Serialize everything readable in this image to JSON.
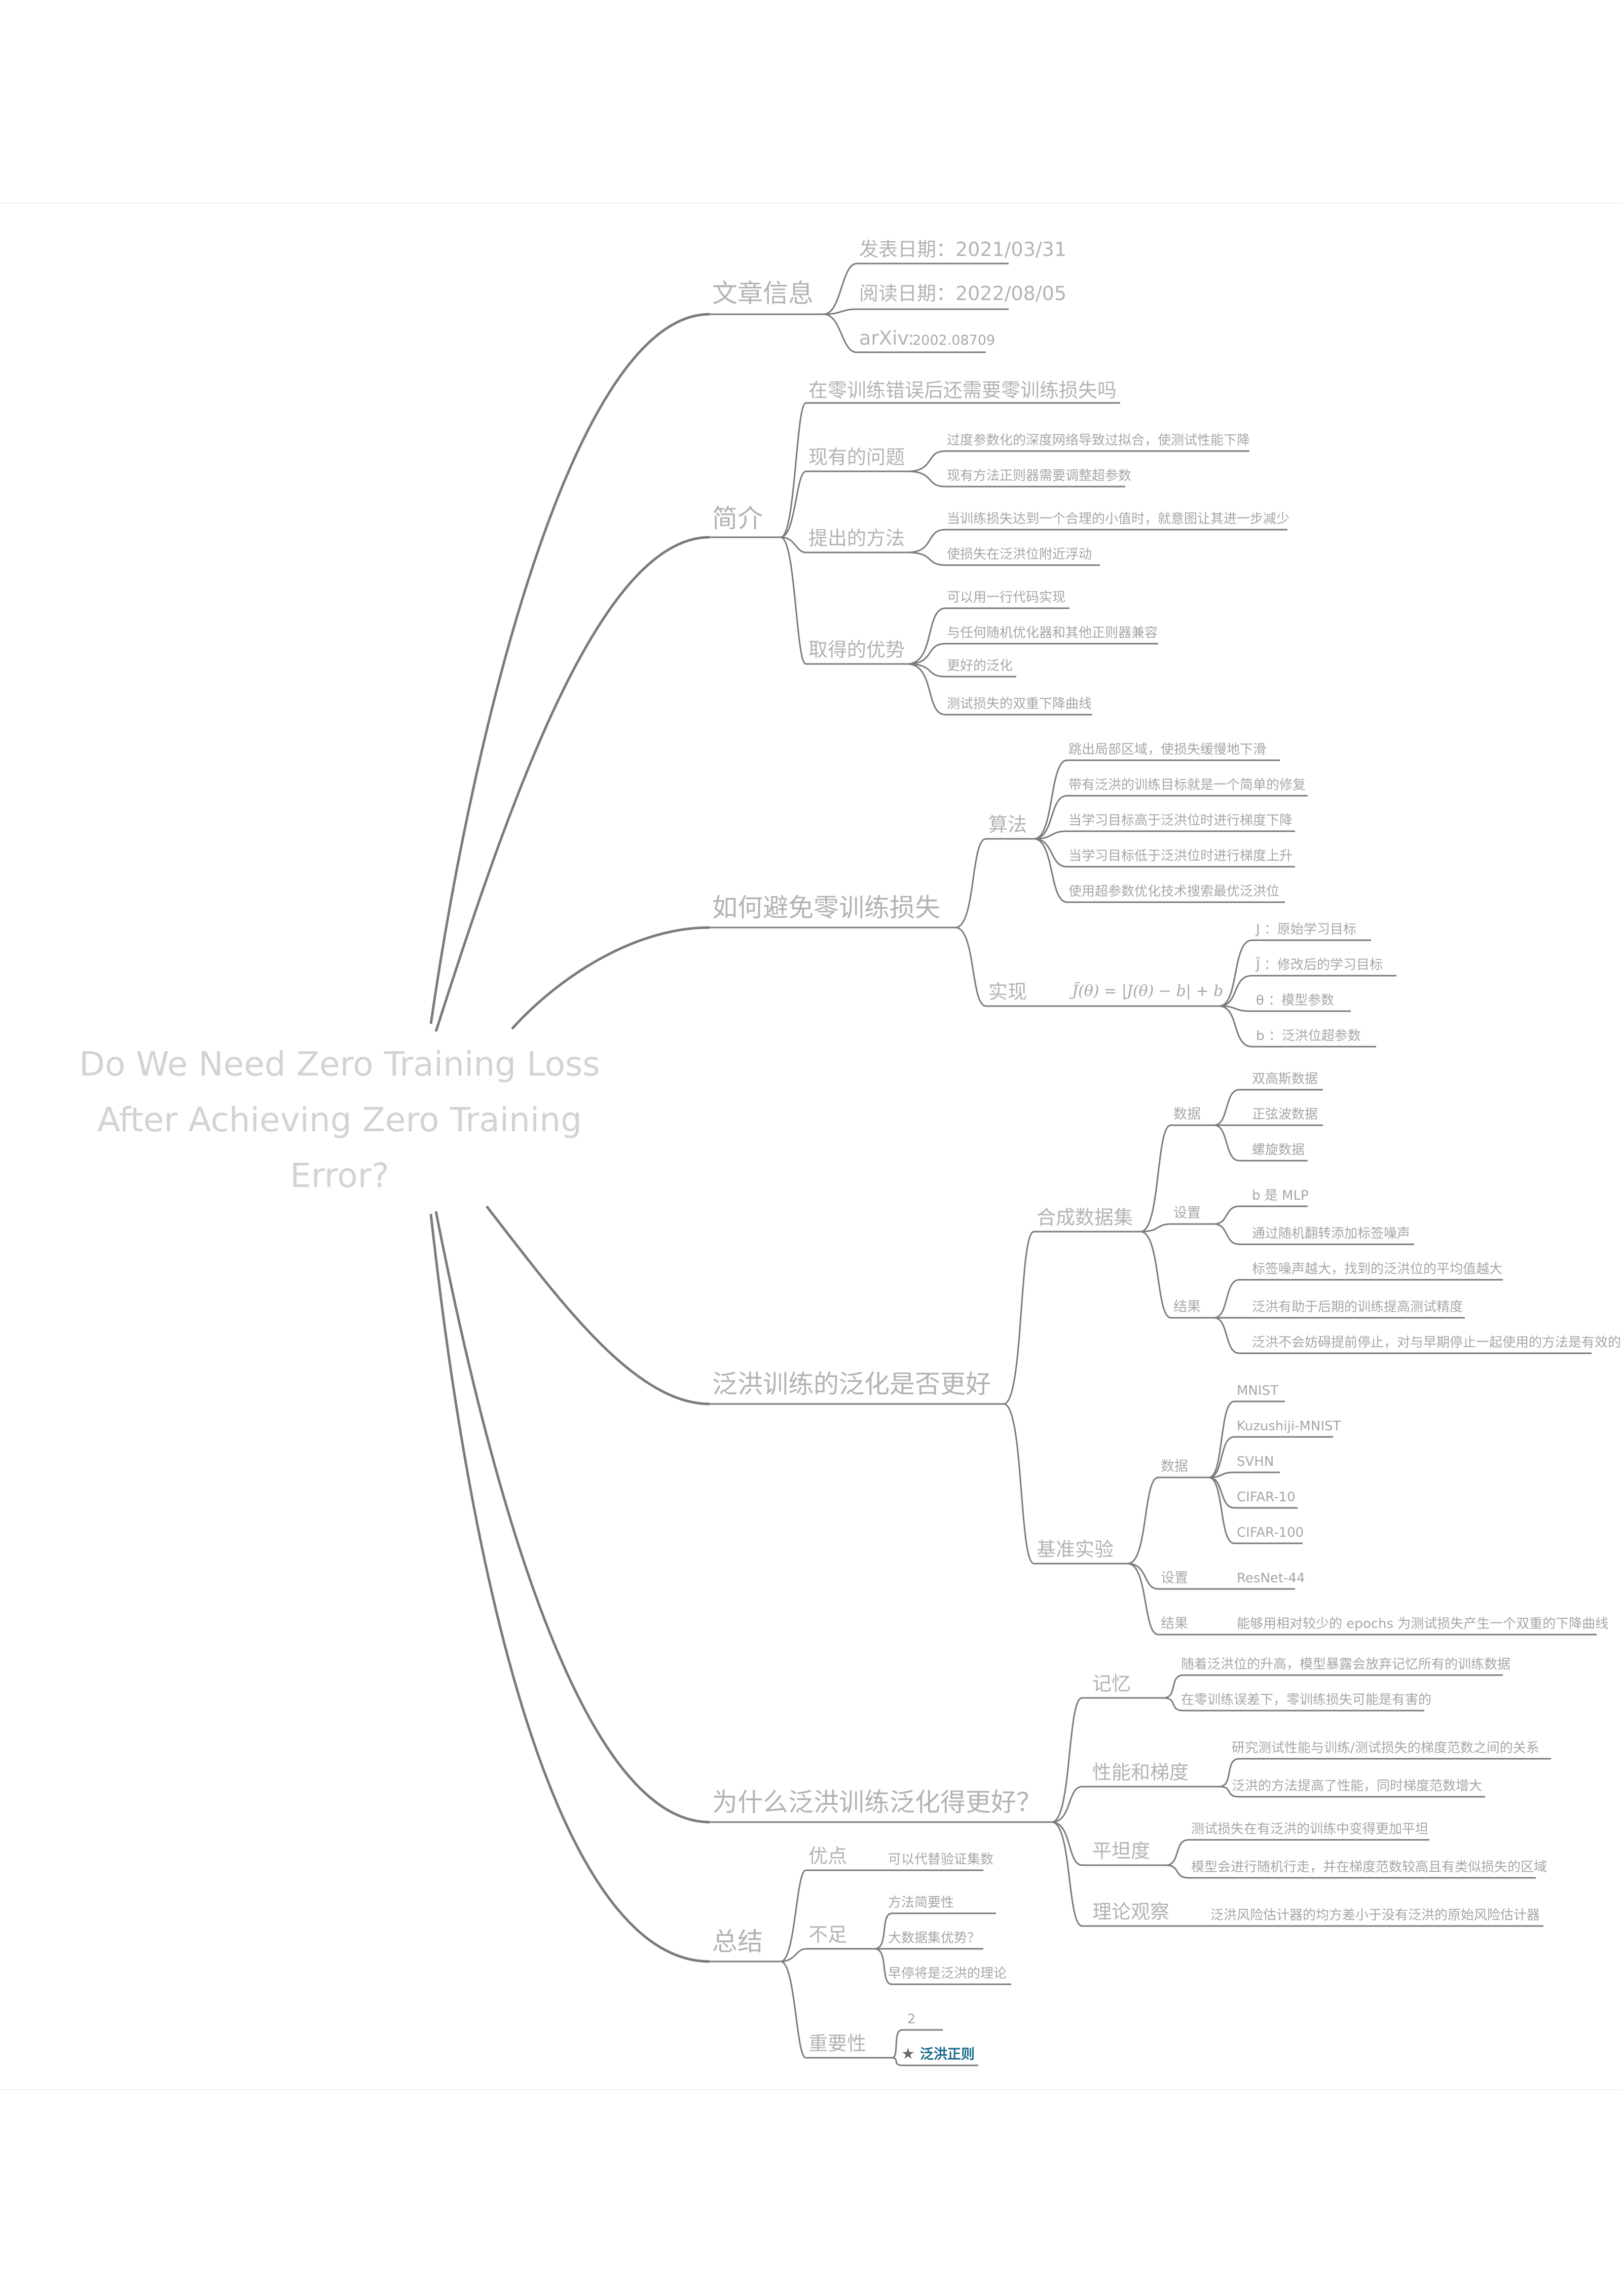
{
  "root": {
    "lines": [
      "Do We Need Zero Training Loss",
      "After Achieving Zero Training",
      "Error?"
    ]
  },
  "info": {
    "title": "文章信息",
    "published": "发表日期：2021/03/31",
    "read": "阅读日期：2022/08/05",
    "arxiv_prefix": "arXiv:",
    "arxiv_id": "2002.08709"
  },
  "intro": {
    "title": "简介",
    "question": "在零训练错误后还需要零训练损失吗",
    "problems": {
      "title": "现有的问题",
      "items": [
        "过度参数化的深度网络导致过拟合，使测试性能下降",
        "现有方法正则器需要调整超参数"
      ]
    },
    "method": {
      "title": "提出的方法",
      "items": [
        "当训练损失达到一个合理的小值时，就意图让其进一步减少",
        "使损失在泛洪位附近浮动"
      ]
    },
    "advantages": {
      "title": "取得的优势",
      "items": [
        "可以用一行代码实现",
        "与任何随机优化器和其他正则器兼容",
        "更好的泛化",
        "测试损失的双重下降曲线"
      ]
    }
  },
  "how": {
    "title": "如何避免零训练损失",
    "algorithm": {
      "title": "算法",
      "items": [
        "跳出局部区域，使损失缓慢地下滑",
        "带有泛洪的训练目标就是一个简单的修复",
        "当学习目标高于泛洪位时进行梯度下降",
        "当学习目标低于泛洪位时进行梯度上升",
        "使用超参数优化技术搜索最优泛洪位"
      ]
    },
    "implementation": {
      "title": "实现",
      "formula": "J̃(θ) = |J(θ) − b| + b",
      "items": [
        "J ：原始学习目标",
        "J̃ ：修改后的学习目标",
        "θ ：模型参数",
        "b ：泛洪位超参数"
      ]
    }
  },
  "generalize": {
    "title": "泛洪训练的泛化是否更好",
    "synthetic": {
      "title": "合成数据集",
      "data": {
        "title": "数据",
        "items": [
          "双高斯数据",
          "正弦波数据",
          "螺旋数据"
        ]
      },
      "settings": {
        "title": "设置",
        "items": [
          "b 是 MLP",
          "通过随机翻转添加标签噪声"
        ]
      },
      "results": {
        "title": "结果",
        "items": [
          "标签噪声越大，找到的泛洪位的平均值越大",
          "泛洪有助于后期的训练提高测试精度",
          "泛洪不会妨碍提前停止，对与早期停止一起使用的方法是有效的"
        ]
      }
    },
    "benchmark": {
      "title": "基准实验",
      "data": {
        "title": "数据",
        "items": [
          "MNIST",
          "Kuzushiji-MNIST",
          "SVHN",
          "CIFAR-10",
          "CIFAR-100"
        ]
      },
      "settings": {
        "title": "设置",
        "items": [
          "ResNet-44"
        ]
      },
      "results": {
        "title": "结果",
        "items": [
          "能够用相对较少的 epochs 为测试损失产生一个双重的下降曲线"
        ]
      }
    }
  },
  "why": {
    "title": "为什么泛洪训练泛化得更好？",
    "memory": {
      "title": "记忆",
      "items": [
        "随着泛洪位的升高，模型暴露会放弃记忆所有的训练数据",
        "在零训练误差下，零训练损失可能是有害的"
      ]
    },
    "performance": {
      "title": "性能和梯度",
      "items": [
        "研究测试性能与训练/测试损失的梯度范数之间的关系",
        "泛洪的方法提高了性能，同时梯度范数增大"
      ]
    },
    "flatness": {
      "title": "平坦度",
      "items": [
        "测试损失在有泛洪的训练中变得更加平坦",
        "模型会进行随机行走，并在梯度范数较高且有类似损失的区域"
      ]
    },
    "theory": {
      "title": "理论观察",
      "items": [
        "泛洪风险估计器的均方差小于没有泛洪的原始风险估计器"
      ]
    }
  },
  "summary": {
    "title": "总结",
    "pros": {
      "title": "优点",
      "items": [
        "可以代替验证集数"
      ]
    },
    "cons": {
      "title": "不足",
      "items": [
        "方法简要性",
        "大数据集优势？",
        "早停将是泛洪的理论"
      ]
    },
    "importance": {
      "title": "重要性",
      "level": "2",
      "tag": "泛洪正则"
    }
  }
}
